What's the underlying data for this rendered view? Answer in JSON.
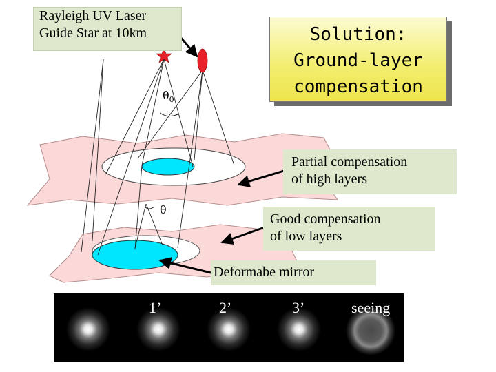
{
  "labels": {
    "rayleigh_line1": "Rayleigh UV Laser",
    "rayleigh_line2": "Guide Star at 10km",
    "theta0": "θ",
    "theta0_sub": "0",
    "theta": "θ",
    "partial_line1": "Partial compensation",
    "partial_line2": "of high layers",
    "good_line1": "Good compensation",
    "good_line2": "of low layers",
    "mirror": "Deformabe mirror"
  },
  "solution": {
    "line1": "Solution:",
    "line2": "Ground-layer",
    "line3": "compensation"
  },
  "psf_strip": {
    "labels": [
      "1’",
      "2’",
      "3’",
      "seeing"
    ]
  },
  "colors": {
    "layer_fill": "#fbd9d9",
    "layer_stroke": "#b58c8c",
    "beam_fill": "#00e6ff",
    "label_box": "#dde8cc",
    "solution_gradient_start": "#fdfbd2",
    "solution_gradient_end": "#eee44c",
    "guide_star": "#e8202a",
    "natural_star": "#e8202a"
  },
  "icons": {
    "guide_star": "star-icon",
    "natural_guide_star": "ellipse-star-icon"
  }
}
